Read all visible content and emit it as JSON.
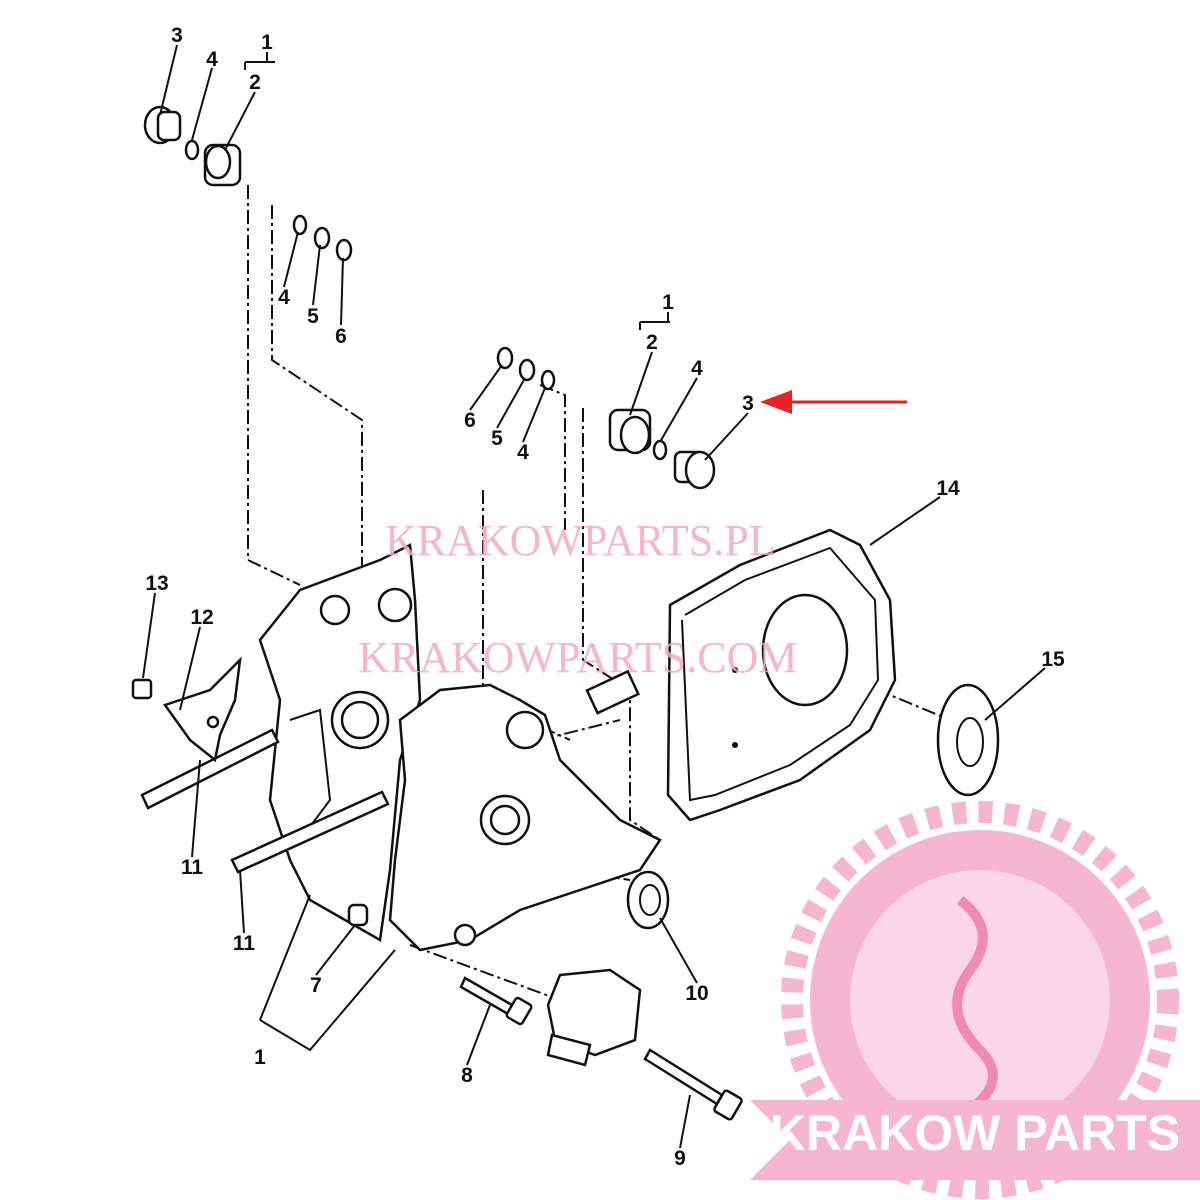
{
  "diagram": {
    "callouts": {
      "tl_3": "3",
      "tl_4": "4",
      "tl_1": "1",
      "tl_2": "2",
      "tm_4": "4",
      "tm_5": "5",
      "tm_6": "6",
      "tr_1": "1",
      "tr_2": "2",
      "tr_4": "4",
      "tr_3": "3",
      "mid_6": "6",
      "mid_5": "5",
      "mid_4": "4",
      "p14": "14",
      "p15": "15",
      "p13": "13",
      "p12": "12",
      "p11a": "11",
      "p11b": "11",
      "p7": "7",
      "p1": "1",
      "p8": "8",
      "p9": "9",
      "p10": "10"
    },
    "highlight_color": "#e8231f"
  },
  "watermark": {
    "line1": "KRAKOWPARTS.PL",
    "line2": "KRAKOWPARTS.COM",
    "logo_text": "KRAKOW PARTS",
    "color": "#f4a9c4"
  }
}
